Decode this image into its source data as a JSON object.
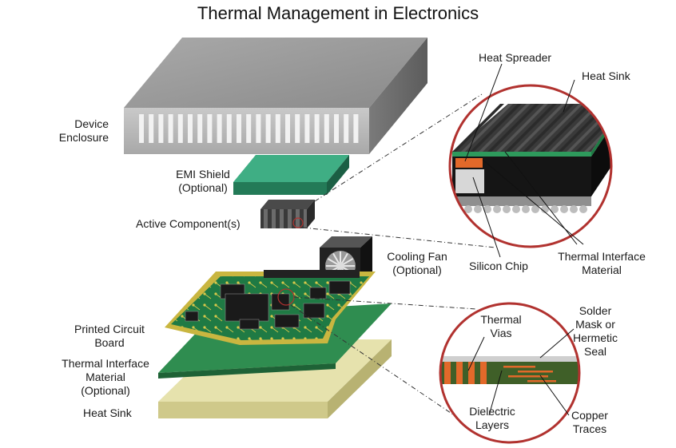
{
  "title": "Thermal Management in Electronics",
  "labels": {
    "device_enclosure": "Device\nEnclosure",
    "emi_shield": "EMI Shield\n(Optional)",
    "active_components": "Active Component(s)",
    "cooling_fan": "Cooling Fan\n(Optional)",
    "printed_circuit_board": "Printed Circuit\nBoard",
    "thermal_interface_material_optional": "Thermal Interface\nMaterial\n(Optional)",
    "heat_sink": "Heat Sink",
    "heat_spreader": "Heat Spreader",
    "inset_heat_sink": "Heat Sink",
    "silicon_chip": "Silicon Chip",
    "inset_thermal_interface_material": "Thermal Interface\nMaterial",
    "thermal_vias": "Thermal\nVias",
    "solder_mask": "Solder\nMask or\nHermetic\nSeal",
    "dielectric_layers": "Dielectric\nLayers",
    "copper_traces": "Copper\nTraces"
  },
  "colors": {
    "enclosure_top": "#9a9a9a",
    "enclosure_front": "#b9b9b9",
    "enclosure_side": "#6e6e6e",
    "emi_green": "#2f9a72",
    "pcb_green": "#1f7a44",
    "pcb_gold": "#d8c84a",
    "tim_green": "#2d8a4e",
    "heatsink_top": "#e3e0a8",
    "heatsink_side": "#c9c485",
    "inset_border": "#b1322f",
    "copper": "#e2692a"
  }
}
